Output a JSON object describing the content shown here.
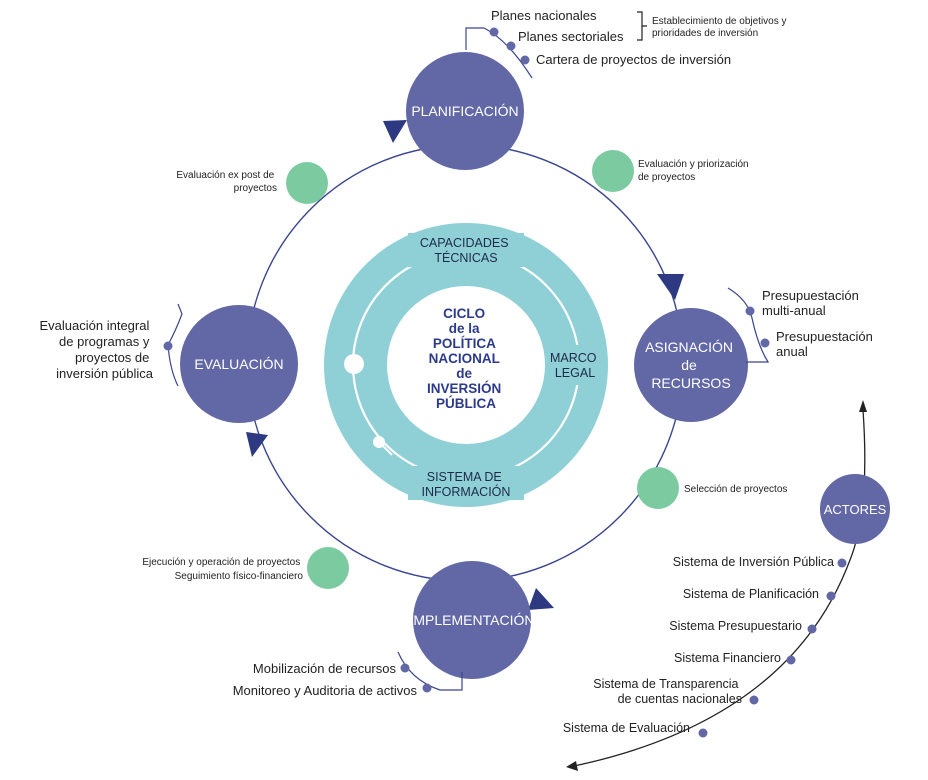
{
  "cycle": {
    "center_title": [
      "CICLO",
      "de la",
      "POLÍTICA",
      "NACIONAL",
      "de",
      "INVERSIÓN",
      "PÚBLICA"
    ],
    "ring_labels": {
      "capacidades": [
        "CAPACIDADES",
        "TÉCNICAS"
      ],
      "marco": [
        "MARCO",
        "LEGAL"
      ],
      "sistema": [
        "SISTEMA DE",
        "INFORMACIÓN"
      ]
    },
    "stages": {
      "planificacion": "PLANIFICACIÓN",
      "asignacion": [
        "ASIGNACIÓN",
        "de",
        "RECURSOS"
      ],
      "implementacion": "IMPLEMENTACIÓN",
      "evaluacion": "EVALUACIÓN"
    },
    "steps": {
      "evaluacion_priorizacion": [
        "Evaluación y priorización",
        "de proyectos"
      ],
      "seleccion": "Selección de proyectos",
      "ejecucion": [
        "Ejecución y operación de proyectos",
        "Seguimiento físico-financiero"
      ],
      "ex_post": [
        "Evaluación ex post de",
        "proyectos"
      ]
    }
  },
  "planificacion_inputs": {
    "items": [
      "Planes nacionales",
      "Planes sectoriales",
      "Cartera de proyectos de inversión"
    ],
    "bracket_note": [
      "Establecimiento de objetivos y",
      "prioridades de inversión"
    ]
  },
  "asignacion_inputs": {
    "items": [
      [
        "Presupuestación",
        "multi-anual"
      ],
      [
        "Presupuestación",
        "anual"
      ]
    ]
  },
  "implementacion_inputs": {
    "items": [
      "Mobilización de recursos",
      "Monitoreo y Auditoria de activos"
    ]
  },
  "evaluacion_inputs": {
    "lines": [
      "Evaluación integral",
      "de programas y",
      "proyectos de",
      "inversión pública"
    ]
  },
  "actores": {
    "title": "ACTORES",
    "items": [
      [
        "Sistema de Inversión Pública"
      ],
      [
        "Sistema de Planificación"
      ],
      [
        "Sistema Presupuestario"
      ],
      [
        "Sistema Financiero"
      ],
      [
        "Sistema de Transparencia",
        "de cuentas nacionales"
      ],
      [
        "Sistema de Evaluación"
      ]
    ]
  },
  "colors": {
    "stage_circle": "#6268a6",
    "ring": "#8fd0d6",
    "step_circle": "#7ccba0",
    "arrow": "#2d3a82",
    "cycle_line": "#3a4590",
    "dot": "#6268a6"
  }
}
